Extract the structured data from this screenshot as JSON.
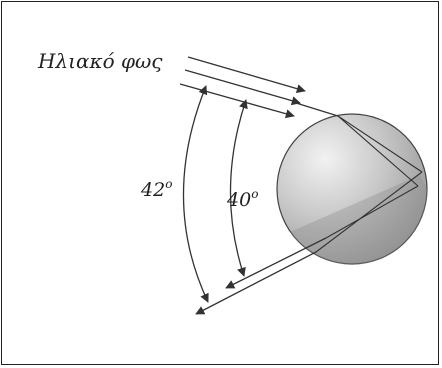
{
  "diagram": {
    "sunlight_label": "Ηλιακό φως",
    "angle_outer_label": "42",
    "angle_inner_label": "40",
    "degree_symbol": "o",
    "colors": {
      "stroke": "#333333",
      "drop_light": "#f2f2f2",
      "drop_mid": "#bdbdbd",
      "drop_dark": "#8a8a8a"
    }
  }
}
